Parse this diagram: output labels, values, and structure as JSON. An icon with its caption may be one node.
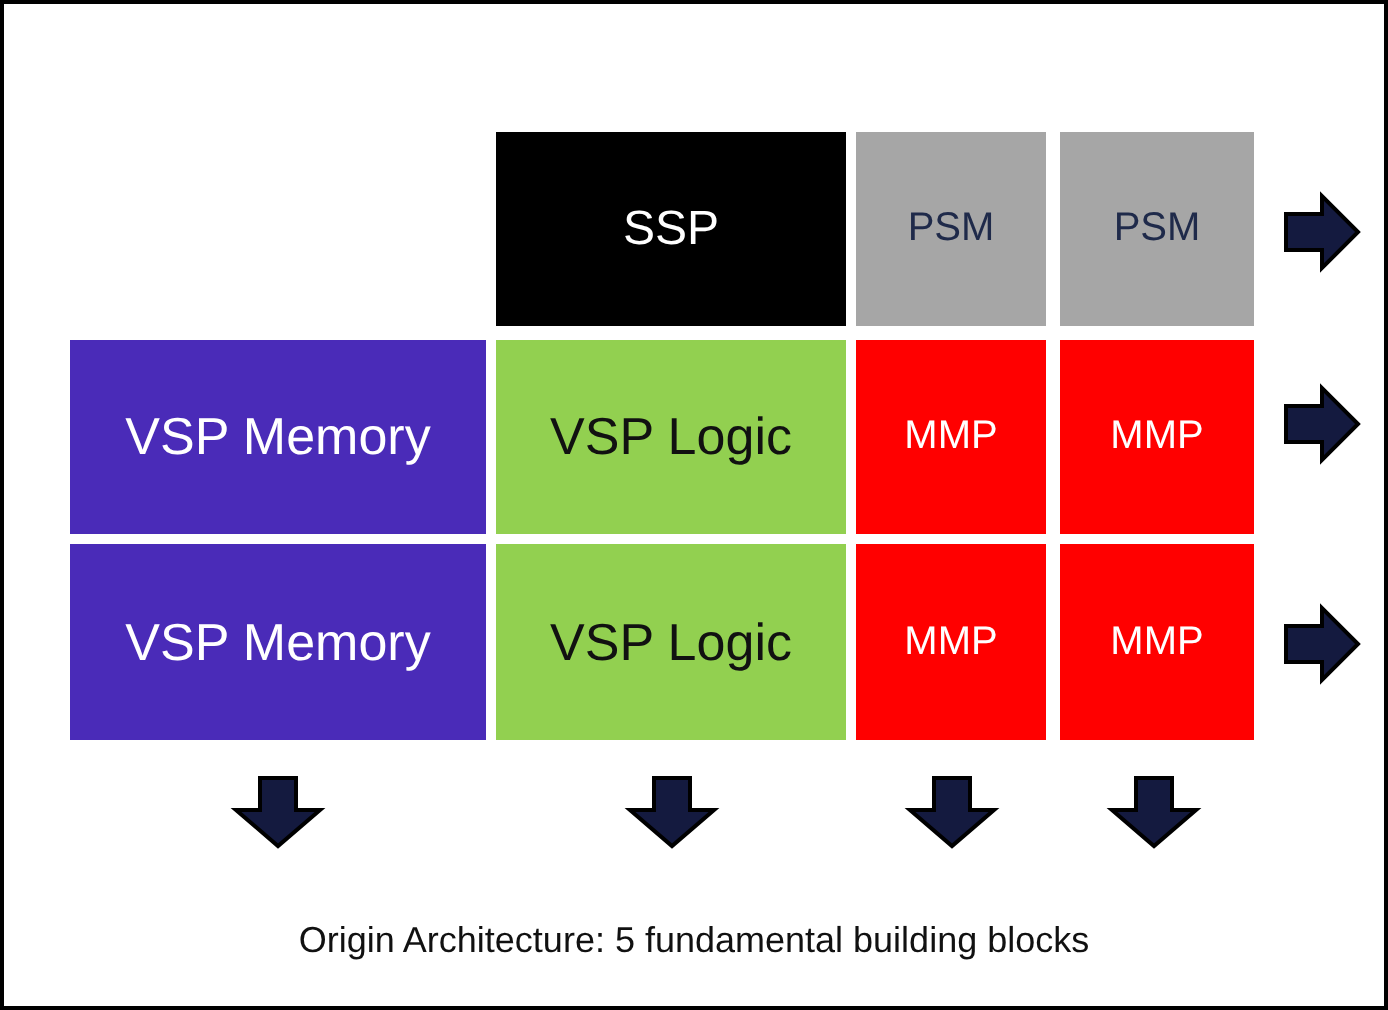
{
  "diagram": {
    "caption": "Origin Architecture: 5 fundamental building blocks",
    "nodes": [
      {
        "text": [
          "SSP"
        ]
      },
      {
        "text": [
          "PSM"
        ]
      },
      {
        "text": [
          "PSM"
        ]
      },
      {
        "text": [
          "VSP Memory"
        ]
      },
      {
        "text": [
          "VSP Logic"
        ]
      },
      {
        "text": [
          "MMP"
        ]
      },
      {
        "text": [
          "MMP"
        ]
      },
      {
        "text": [
          "VSP Memory"
        ]
      },
      {
        "text": [
          "VSP Logic"
        ]
      },
      {
        "text": [
          "MMP"
        ]
      },
      {
        "text": [
          "MMP"
        ]
      }
    ]
  }
}
